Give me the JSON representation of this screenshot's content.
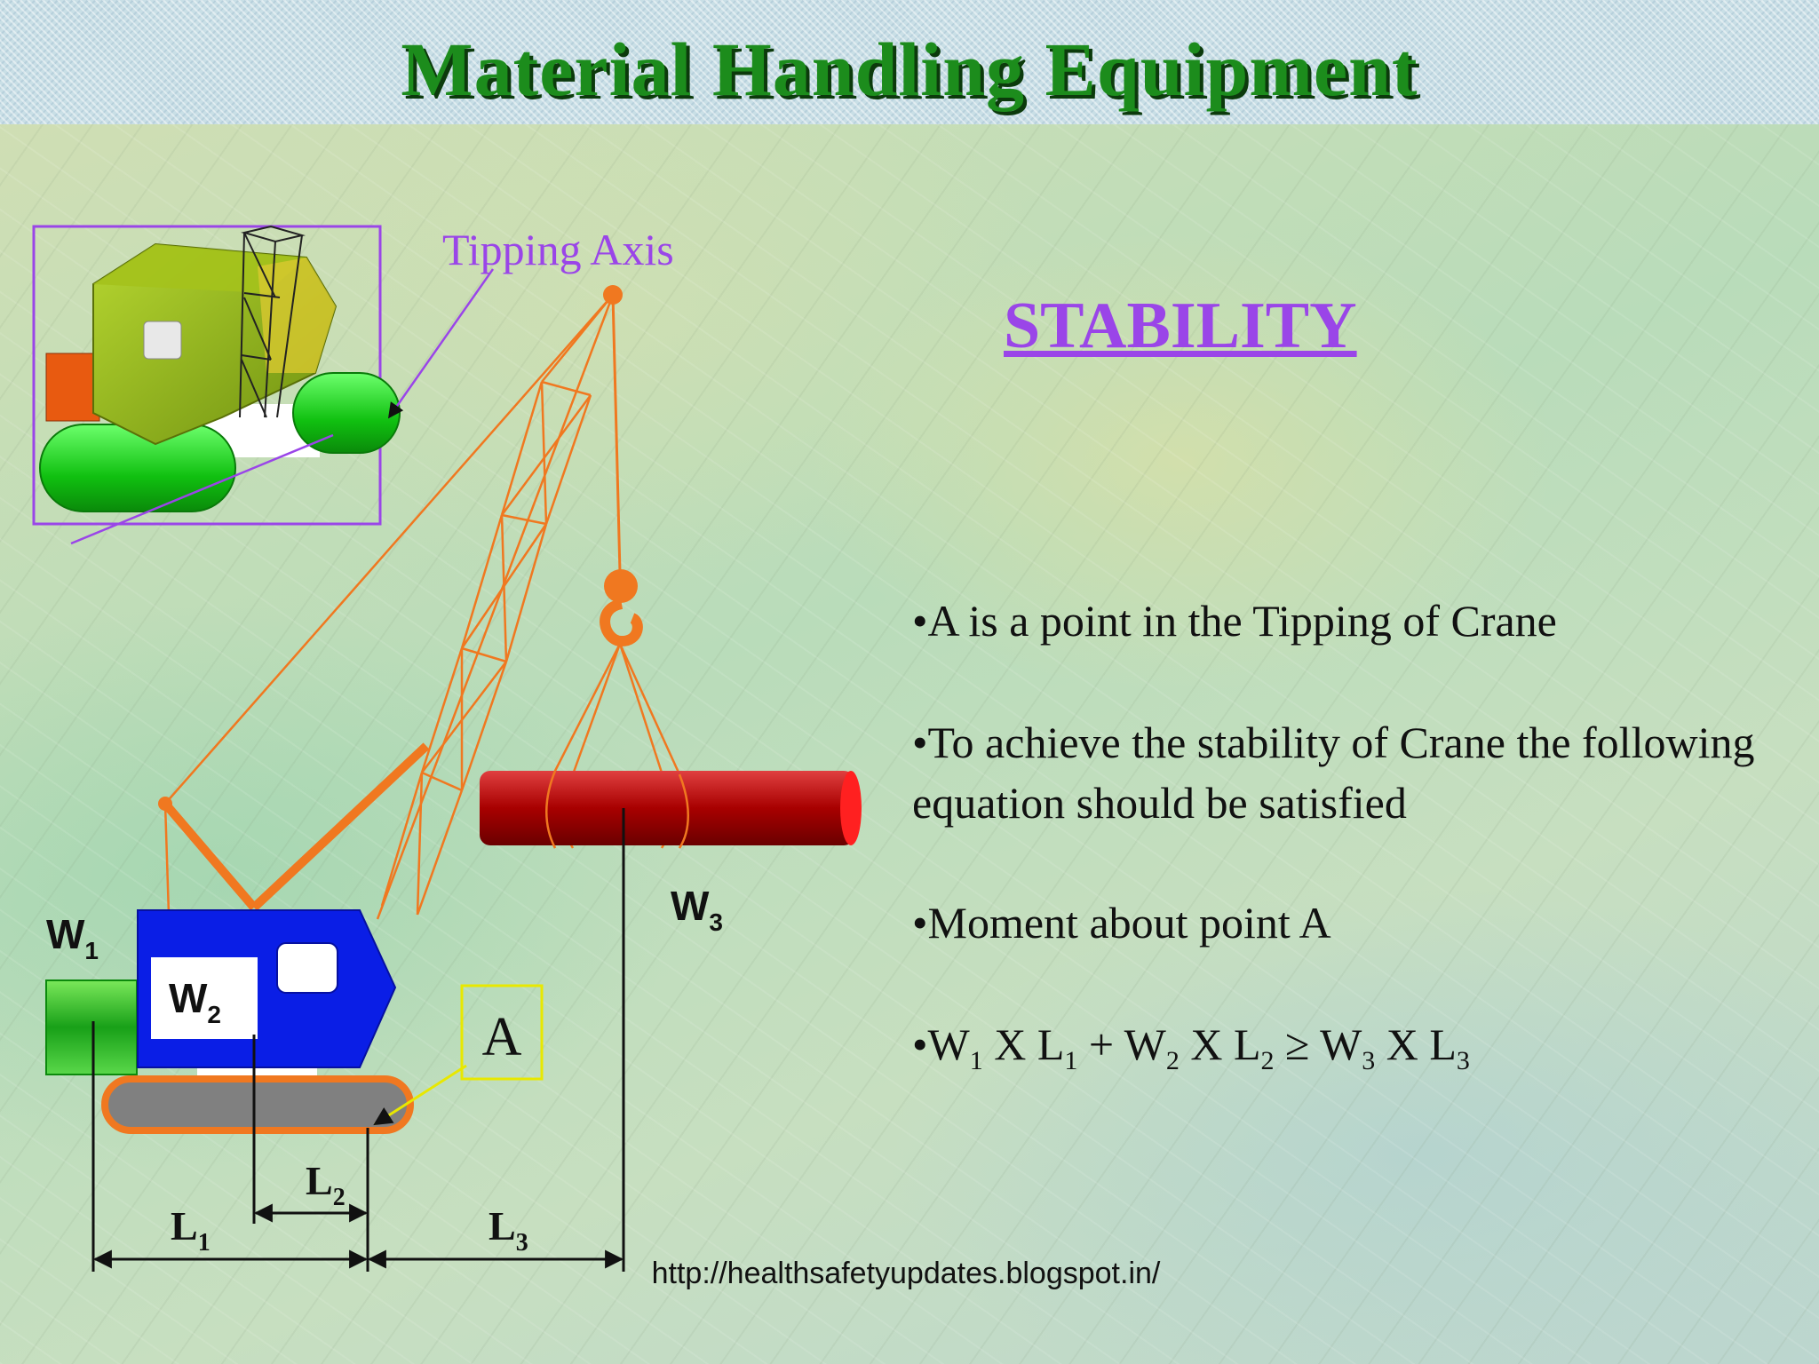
{
  "header": {
    "title": "Material Handling Equipment"
  },
  "diagram": {
    "tipping_axis_label": "Tipping Axis",
    "point_label": "A",
    "weights": {
      "w1": "W",
      "w1_sub": "1",
      "w2": "W",
      "w2_sub": "2",
      "w3": "W",
      "w3_sub": "3"
    },
    "lengths": {
      "l1": "L",
      "l1_sub": "1",
      "l2": "L",
      "l2_sub": "2",
      "l3": "L",
      "l3_sub": "3"
    },
    "colors": {
      "boom": "#f07820",
      "cab": "#0a1ee6",
      "counterweight": "#22bb22",
      "track": "#808080",
      "load": "#b40000",
      "axis_line": "#9a45e8",
      "point_box": "#e8e800"
    }
  },
  "content": {
    "heading": "STABILITY",
    "bullets": [
      "•A is a point in the Tipping of Crane",
      "•To achieve the stability of Crane the following equation should be satisfied",
      "•Moment about point A"
    ],
    "equation": {
      "bullet": "•",
      "t1": "W",
      "s1": "1",
      "t2": " X  L",
      "s2": "1",
      "t3": " + W",
      "s3": "2",
      "t4": " X L",
      "s4": "2",
      "t5": "  ≥ W",
      "s5": "3",
      "t6": " X L",
      "s6": "3"
    }
  },
  "footer": {
    "source_url": "http://healthsafetyupdates.blogspot.in/"
  }
}
